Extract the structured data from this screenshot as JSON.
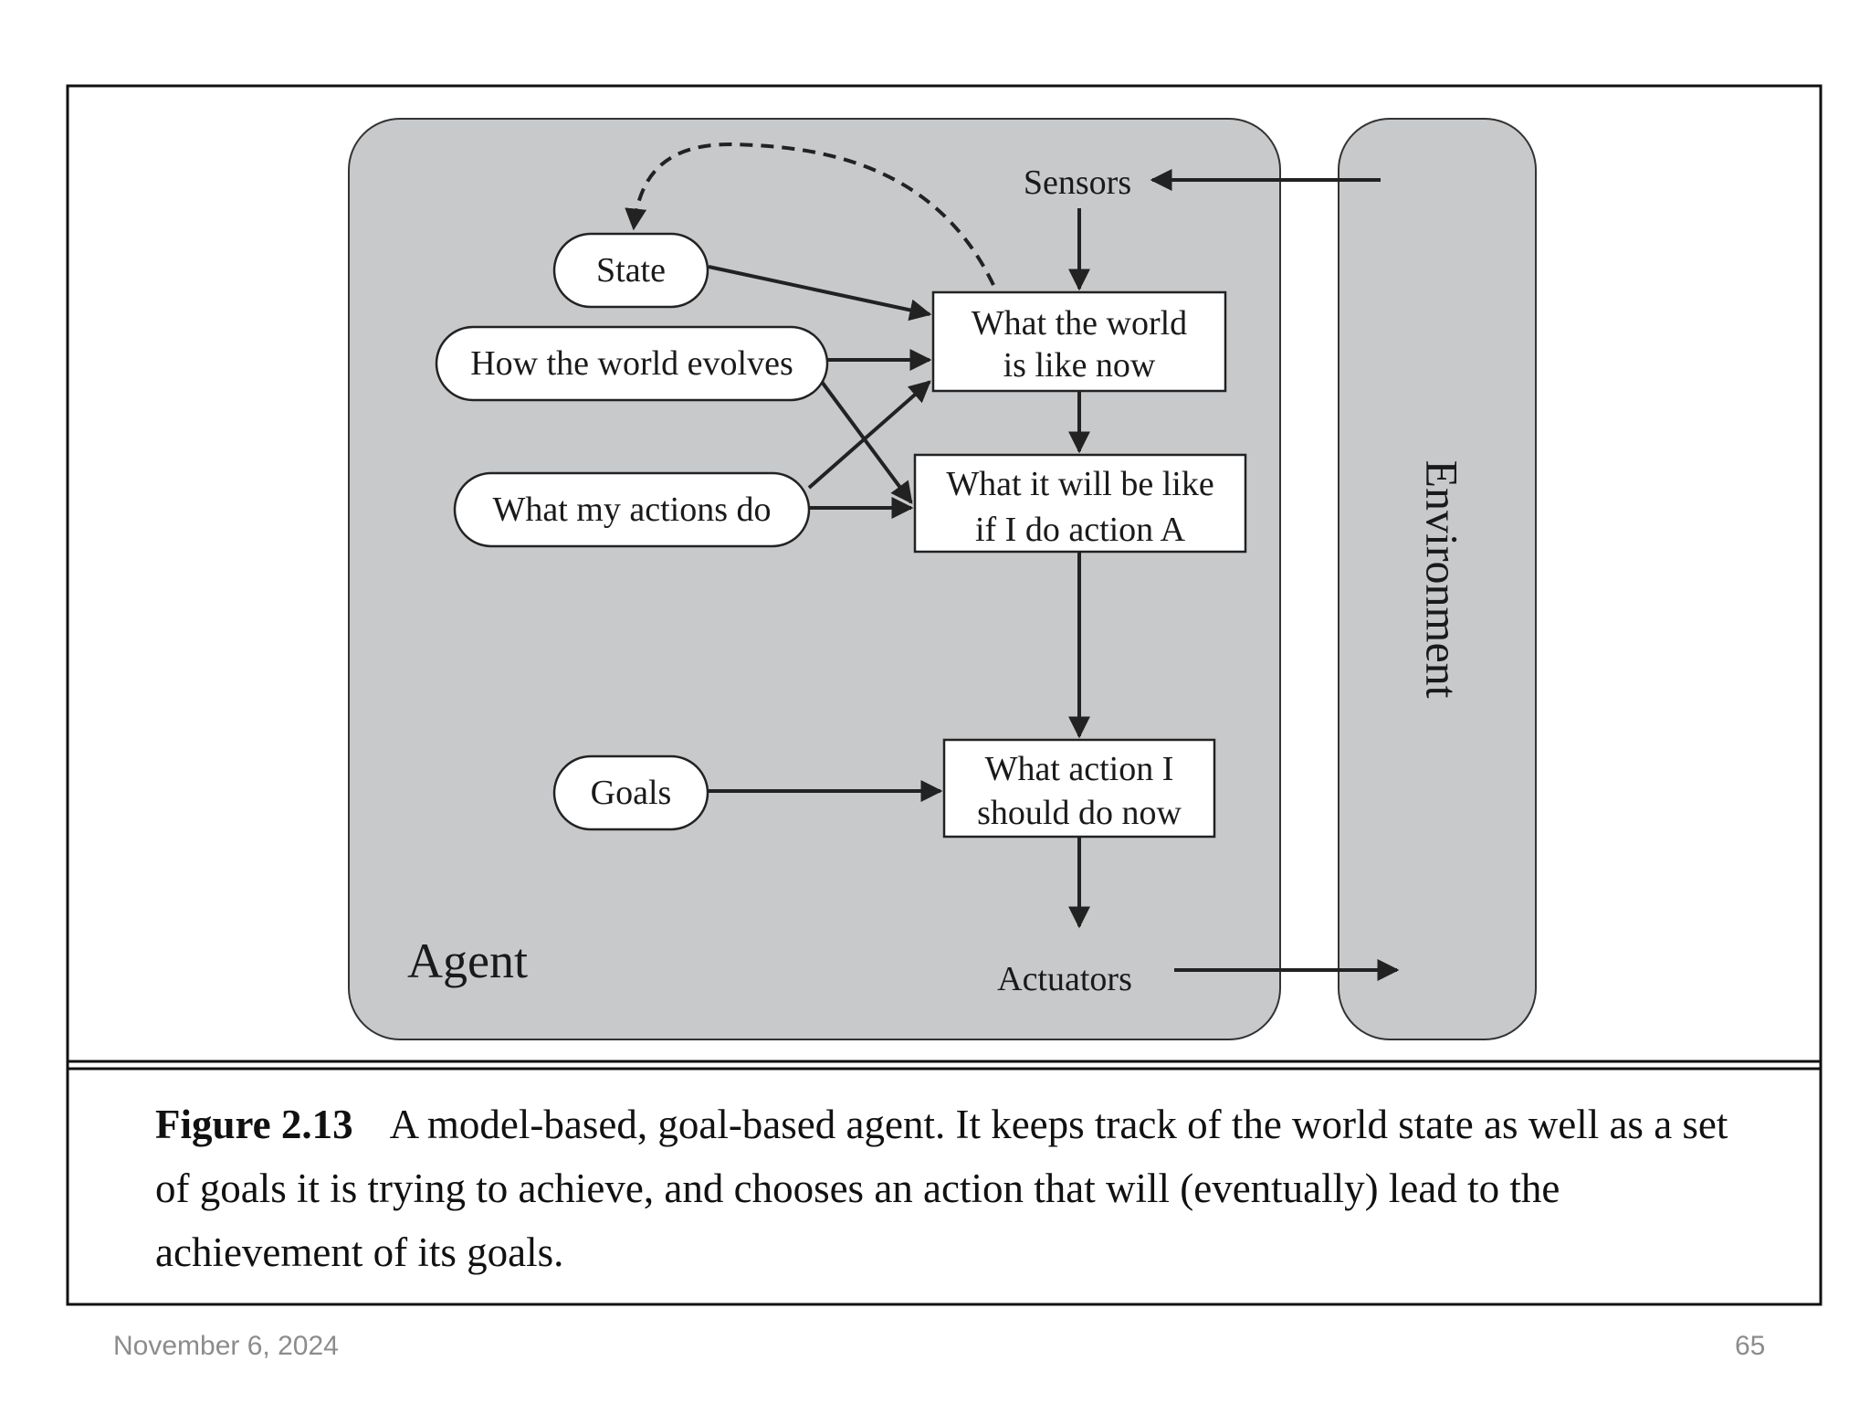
{
  "diagram": {
    "agent_label": "Agent",
    "environment_label": "Environment",
    "sensors_label": "Sensors",
    "actuators_label": "Actuators",
    "nodes": {
      "state": "State",
      "world_evolves": "How the world evolves",
      "actions_do": "What my actions do",
      "goals": "Goals",
      "world_now": [
        "What the world",
        "is like now"
      ],
      "action_a": [
        "What it will be like",
        "if I do action A"
      ],
      "action_now": [
        "What action I",
        "should do now"
      ]
    }
  },
  "caption": {
    "label": "Figure 2.13",
    "text": "A model-based, goal-based agent. It keeps track of the world state as well as a set of goals it is trying to achieve, and chooses an action that will (eventually) lead to the achievement of its goals."
  },
  "footer": {
    "date": "November 6, 2024",
    "page": "65"
  },
  "colors": {
    "panel_fill": "#c8c9cb",
    "line": "#222222"
  }
}
